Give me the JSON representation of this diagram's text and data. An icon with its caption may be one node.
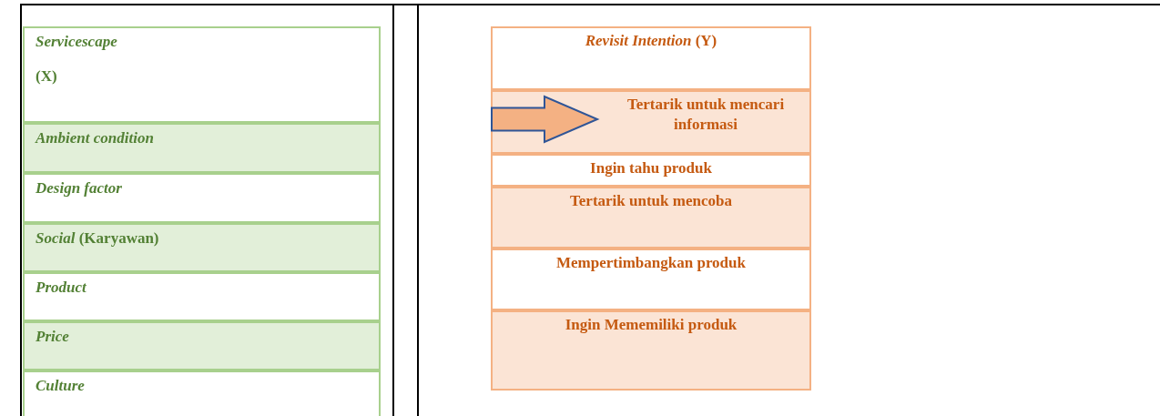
{
  "diagram": {
    "nodes": [
      {
        "text": [
          "Servicescape",
          "(X)"
        ]
      },
      {
        "text": [
          "Ambient condition"
        ]
      },
      {
        "text": [
          "Design factor"
        ]
      },
      {
        "text": [
          "*Social* (Karyawan)"
        ]
      },
      {
        "text": [
          "Product"
        ]
      },
      {
        "text": [
          "Price"
        ]
      },
      {
        "text": [
          "Culture"
        ]
      },
      {
        "text": [
          "*Revisit Intention* (Y)"
        ]
      },
      {
        "text": [
          "Tertarik untuk mencari informasi"
        ]
      },
      {
        "text": [
          "Ingin tahu produk"
        ]
      },
      {
        "text": [
          "Tertarik untuk mencoba"
        ]
      },
      {
        "text": [
          "Mempertimbangkan produk"
        ]
      },
      {
        "text": [
          "Ingin Mememiliki produk"
        ]
      }
    ],
    "edges": [
      {
        "from": null,
        "to": 8,
        "arrow": "to",
        "style": "thick"
      }
    ]
  }
}
